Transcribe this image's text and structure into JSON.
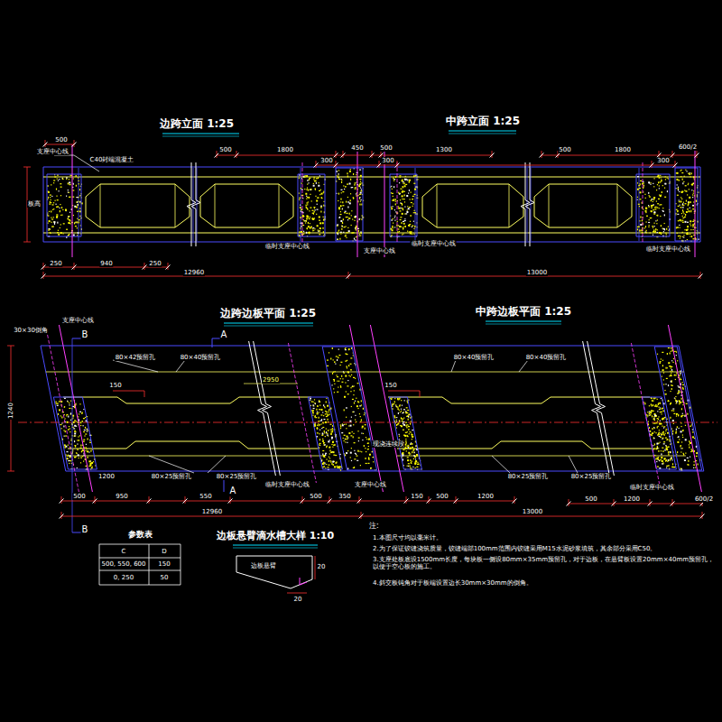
{
  "diagram": {
    "labels": [
      "边跨立面 1:25",
      "中跨立面 1:25",
      "500",
      "支座中心线",
      "C40封端混凝土",
      "板高",
      "500",
      "1800",
      "450",
      "500",
      "1300",
      "500",
      "1800",
      "600/2",
      "300",
      "300",
      "300",
      "临时支座中心线",
      "支座中心线",
      "临时支座中心线",
      "临时支座中心线",
      "250",
      "940",
      "250",
      "12960",
      "13000",
      "30×30倒角",
      "支座中心线",
      "B",
      "A",
      "边跨边板平面 1:25",
      "中跨边板平面 1:25",
      "80×42预留孔",
      "80×40预留孔",
      "80×40预留孔",
      "80×40预留孔",
      "150",
      "2950",
      "150",
      "1240",
      "现浇连续段",
      "1200",
      "80×25预留孔",
      "80×25预留孔",
      "临时支座中心线",
      "支座中心线",
      "80×25预留孔",
      "80×25预留孔",
      "临时支座中心线",
      "A",
      "500",
      "950",
      "550",
      "500",
      "350",
      "150",
      "500",
      "1200",
      "500",
      "1200",
      "600/2",
      "12960",
      "13000",
      "B",
      "参数表",
      "C",
      "D",
      "500, 550, 600",
      "150",
      "0, 250",
      "50",
      "边板悬臂滴水槽大样 1:10",
      "边板悬臂",
      "20",
      "20",
      "注:",
      "1.本图尺寸均以毫米计。",
      "2.为了保证铰缝浇筑质量，铰缝端部100mm范围内铰缝采用M15水泥砂浆填筑，其余部分采用C50。",
      "3.支座处板底设1500mm长度，每块板一侧设80mm×35mm预留孔，对于边板，在悬臂板设置20mm×40mm预留孔，以便于空心板的施工。",
      "4.斜交板钝角对于板端设置边长30mm×30mm的倒角。"
    ]
  }
}
